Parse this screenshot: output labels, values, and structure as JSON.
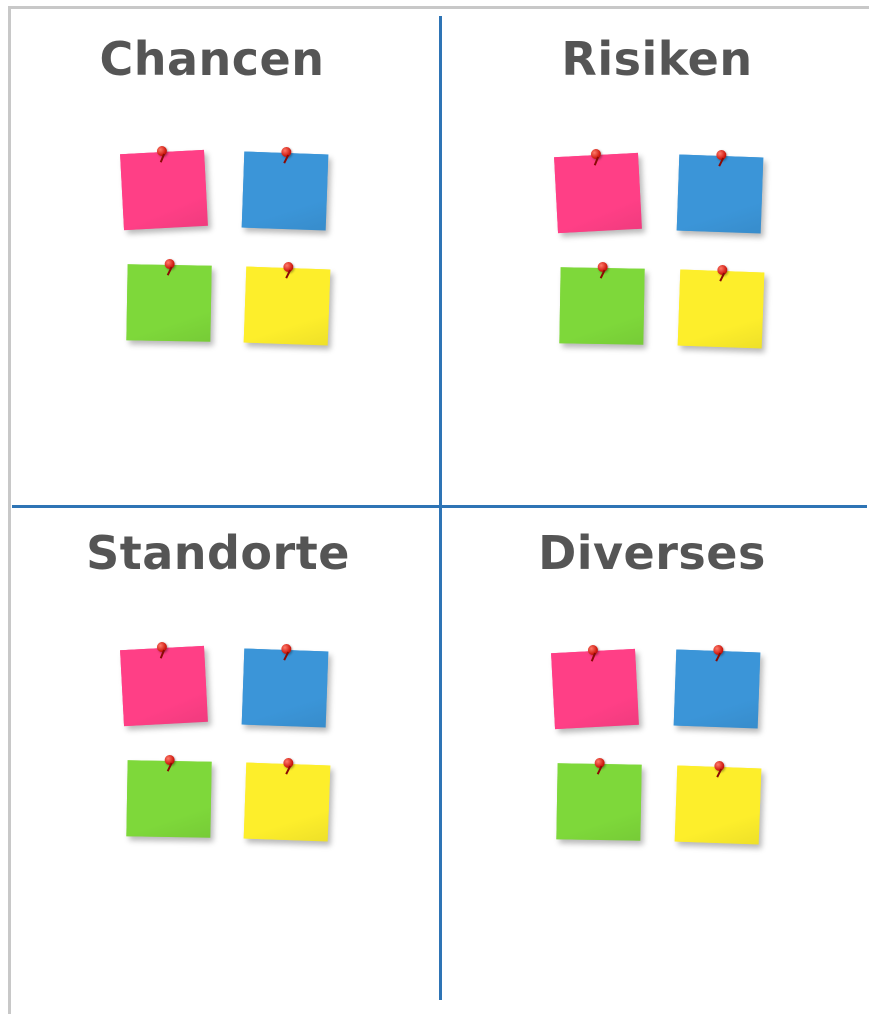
{
  "quadrants": [
    {
      "title": "Chancen"
    },
    {
      "title": "Risiken"
    },
    {
      "title": "Standorte"
    },
    {
      "title": "Diverses"
    }
  ],
  "colors": {
    "divider": "#2e74b5",
    "frame": "#c8c8c8",
    "title_text": "#555555",
    "note_pink": "#ff3f86",
    "note_blue": "#3b95d8",
    "note_green": "#7ed83a",
    "note_yellow": "#fdee2b",
    "pin": "#e0231a"
  }
}
